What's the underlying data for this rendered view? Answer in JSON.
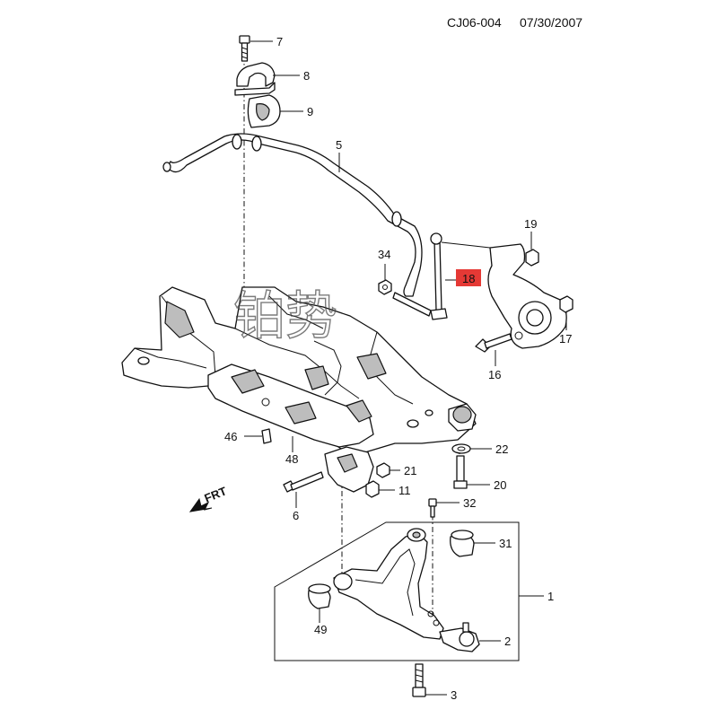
{
  "header": {
    "code": "CJ06-004",
    "date": "07/30/2007"
  },
  "front_marker": "FRT",
  "callouts": [
    {
      "id": "7",
      "text": "7"
    },
    {
      "id": "8",
      "text": "8"
    },
    {
      "id": "9",
      "text": "9"
    },
    {
      "id": "5",
      "text": "5"
    },
    {
      "id": "19",
      "text": "19"
    },
    {
      "id": "34",
      "text": "34"
    },
    {
      "id": "18",
      "text": "18"
    },
    {
      "id": "17",
      "text": "17"
    },
    {
      "id": "16",
      "text": "16"
    },
    {
      "id": "22",
      "text": "22"
    },
    {
      "id": "46",
      "text": "46"
    },
    {
      "id": "48",
      "text": "48"
    },
    {
      "id": "21",
      "text": "21"
    },
    {
      "id": "20",
      "text": "20"
    },
    {
      "id": "11",
      "text": "11"
    },
    {
      "id": "6",
      "text": "6"
    },
    {
      "id": "32",
      "text": "32"
    },
    {
      "id": "31",
      "text": "31"
    },
    {
      "id": "1",
      "text": "1"
    },
    {
      "id": "49",
      "text": "49"
    },
    {
      "id": "2",
      "text": "2"
    },
    {
      "id": "3",
      "text": "3"
    }
  ],
  "highlight": {
    "callout": "18",
    "color": "#e53935"
  },
  "watermark": "铂势"
}
